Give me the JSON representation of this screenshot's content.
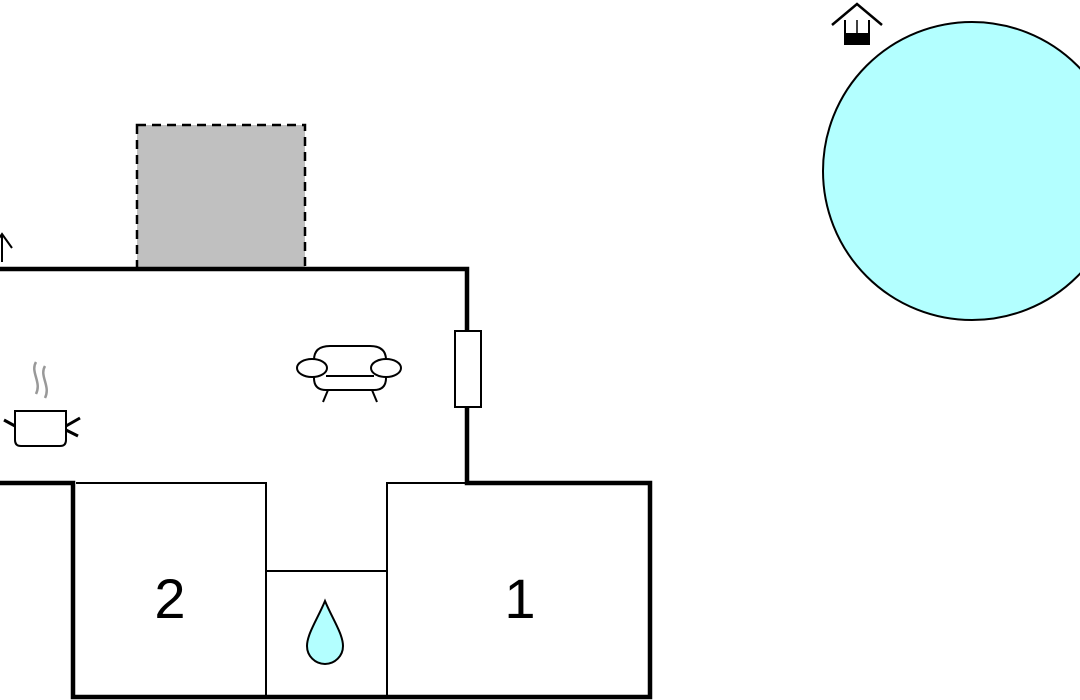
{
  "floorplan": {
    "rooms": [
      {
        "id": "bedroom-2",
        "label": "2"
      },
      {
        "id": "bedroom-1",
        "label": "1"
      }
    ],
    "icons": {
      "kitchen": "cooking-pot-icon",
      "living": "sofa-icon",
      "bathroom": "water-drop-icon",
      "well": "well-icon",
      "entrance": "house-arrow-icon"
    },
    "colors": {
      "wall": "#000000",
      "terrace": "#c0c0c0",
      "pool": "#b3ffff",
      "water": "#b3ffff",
      "pot_steam": "#999999",
      "background": "#ffffff"
    }
  }
}
